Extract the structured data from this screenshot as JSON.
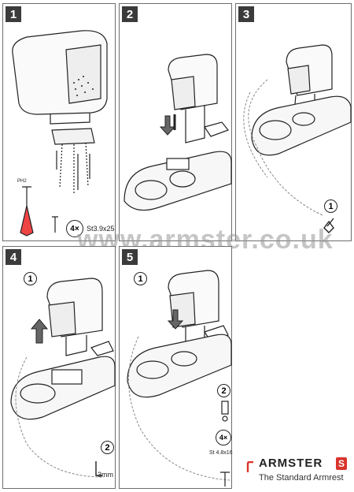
{
  "panels": [
    {
      "number": "1"
    },
    {
      "number": "2"
    },
    {
      "number": "3"
    },
    {
      "number": "4"
    },
    {
      "number": "5"
    }
  ],
  "panel1": {
    "screw_count": "4×",
    "screw_spec": "St3.9x25",
    "screwdriver_label": "PH2"
  },
  "panel3": {
    "sub_step": "1"
  },
  "panel4": {
    "step_a": "1",
    "step_b": "2",
    "drill_size": "3mm"
  },
  "panel5": {
    "step_a": "1",
    "step_b": "2",
    "screw_count": "4×",
    "screw_spec": "St 4.8x16"
  },
  "watermark": "www.armster.co.uk",
  "brand": {
    "name": "ARMSTER",
    "badge": "S",
    "tagline": "The Standard Armrest",
    "accent": "#d9342b"
  }
}
